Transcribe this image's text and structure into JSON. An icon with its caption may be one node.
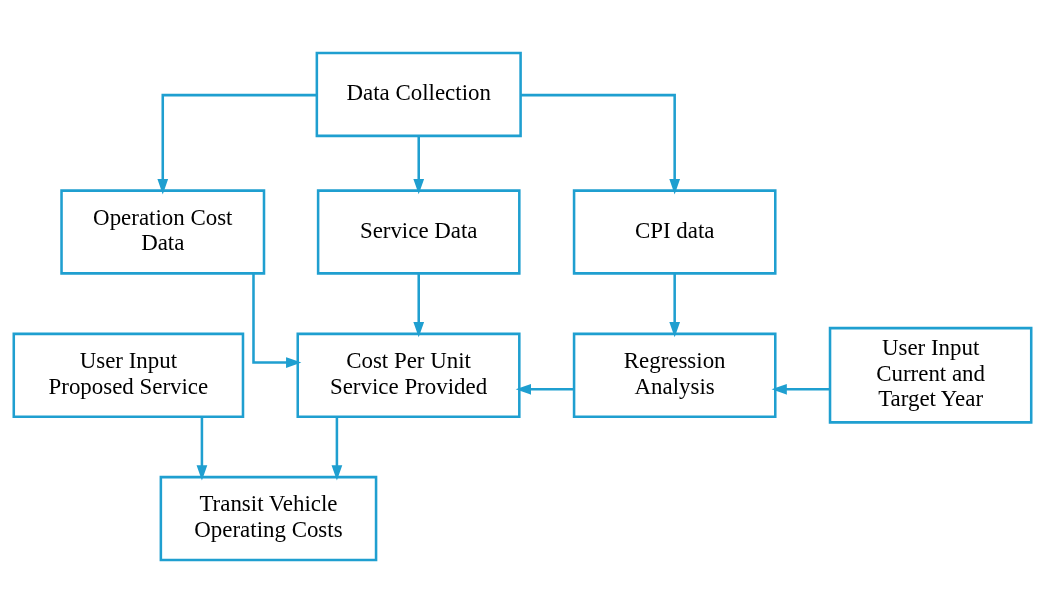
{
  "diagram": {
    "nodes": [
      {
        "text": [
          "Data Collection"
        ]
      },
      {
        "text": [
          "Operation Cost Data"
        ]
      },
      {
        "text": [
          "Service Data"
        ]
      },
      {
        "text": [
          "CPI data"
        ]
      },
      {
        "text": [
          "User Input Proposed Service"
        ]
      },
      {
        "text": [
          "Cost Per Unit Service Provided"
        ]
      },
      {
        "text": [
          "Regression Analysis"
        ]
      },
      {
        "text": [
          "User Input Current and Target Year"
        ]
      },
      {
        "text": [
          "Transit Vehicle Operating Costs"
        ]
      }
    ],
    "edges": [
      {
        "from": 0,
        "to": 1,
        "arrow": "to"
      },
      {
        "from": 0,
        "to": 2,
        "arrow": "to"
      },
      {
        "from": 0,
        "to": 3,
        "arrow": "to"
      },
      {
        "from": 1,
        "to": 5,
        "arrow": "to"
      },
      {
        "from": 2,
        "to": 5,
        "arrow": "to"
      },
      {
        "from": 3,
        "to": 6,
        "arrow": "to"
      },
      {
        "from": 7,
        "to": 6,
        "arrow": "to"
      },
      {
        "from": 6,
        "to": 5,
        "arrow": "to"
      },
      {
        "from": 4,
        "to": 8,
        "arrow": "to"
      },
      {
        "from": 5,
        "to": 8,
        "arrow": "to"
      }
    ]
  }
}
